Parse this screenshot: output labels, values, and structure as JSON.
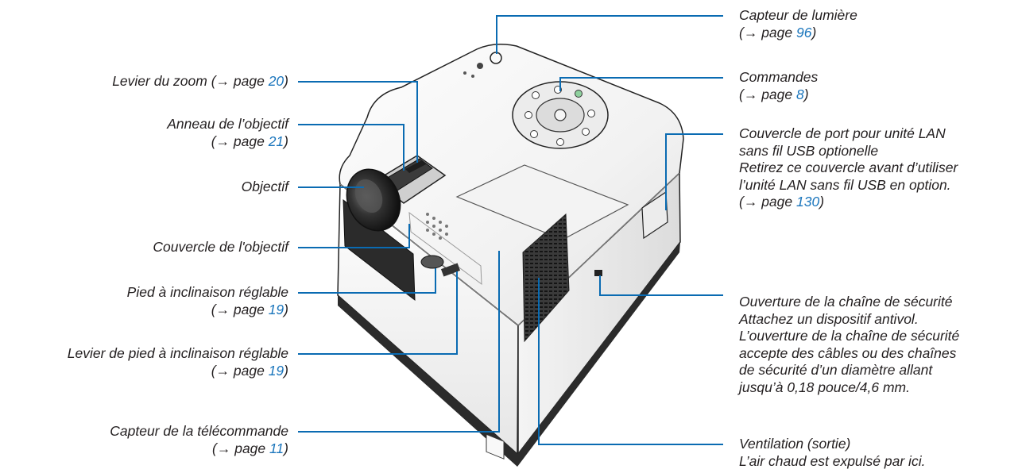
{
  "accent_color": "#1a75bc",
  "line_color": "#0a6bb2",
  "text_color": "#231f20",
  "labels": {
    "zoom_lever": {
      "text": "Levier du zoom (",
      "arrow": "→",
      "page_word": " page ",
      "page": "20",
      "close": ")"
    },
    "lens_ring": {
      "line1": "Anneau de l’objectif",
      "arrow": "→",
      "page_word": " page ",
      "page": "21",
      "close": ")"
    },
    "lens": {
      "text": "Objectif"
    },
    "lens_cover": {
      "text": "Couvercle de l'objectif"
    },
    "tilt_foot": {
      "line1": "Pied à inclinaison réglable",
      "arrow": "→",
      "page_word": " page ",
      "page": "19",
      "close": ")"
    },
    "tilt_foot_lever": {
      "line1": "Levier de pied à inclinaison réglable",
      "arrow": "→",
      "page_word": " page ",
      "page": "19",
      "close": ")"
    },
    "remote_sensor": {
      "line1": "Capteur de la télécommande",
      "arrow": "→",
      "page_word": " page ",
      "page": "11",
      "close": ")"
    },
    "light_sensor": {
      "line1": "Capteur de lumière",
      "arrow": "→",
      "page_word": " page ",
      "page": "96",
      "close": ")"
    },
    "controls": {
      "line1": "Commandes",
      "arrow": "→",
      "page_word": " page ",
      "page": "8",
      "close": ")"
    },
    "lan_cover": {
      "line1": "Couvercle de port pour unité LAN",
      "line2": "sans fil USB optionelle",
      "line3": "Retirez ce couvercle avant d’utiliser",
      "line4": "l’unité LAN sans fil USB en option.",
      "arrow": "→",
      "page_word": " page ",
      "page": "130",
      "close": ")"
    },
    "security_slot": {
      "line1": "Ouverture de la chaîne de sécurité",
      "line2": "Attachez un dispositif antivol.",
      "line3": "L’ouverture de la chaîne de sécurité",
      "line4": "accepte des câbles ou des chaînes",
      "line5": "de sécurité d’un diamètre allant",
      "line6": "jusqu’à 0,18 pouce/4,6 mm."
    },
    "ventilation": {
      "line1": "Ventilation (sortie)",
      "line2": "L’air chaud est expulsé par ici."
    }
  }
}
